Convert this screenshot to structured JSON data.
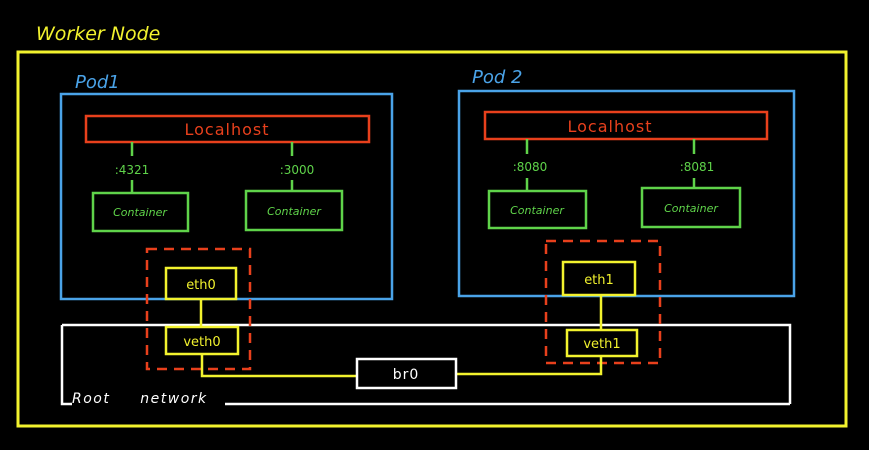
{
  "worker_node": {
    "title": "Worker Node"
  },
  "pod1": {
    "title": "Pod1",
    "localhost": "Localhost",
    "containers": [
      {
        "port": ":4321",
        "label": "Container"
      },
      {
        "port": ":3000",
        "label": "Container"
      }
    ],
    "eth": "eth0",
    "veth": "veth0"
  },
  "pod2": {
    "title": "Pod 2",
    "localhost": "Localhost",
    "containers": [
      {
        "port": ":8080",
        "label": "Container"
      },
      {
        "port": ":8081",
        "label": "Container"
      }
    ],
    "eth": "eth1",
    "veth": "veth1"
  },
  "bridge": {
    "label": "br0"
  },
  "root_network": {
    "label": "Root network"
  },
  "colors": {
    "background": "#000000",
    "worker_node": "#f2f22e",
    "pod_border": "#4aa3e8",
    "localhost": "#e8401c",
    "container": "#5fd34a",
    "interface": "#f2f22e",
    "namespace_dashed": "#e8401c",
    "root_network": "#ffffff"
  }
}
